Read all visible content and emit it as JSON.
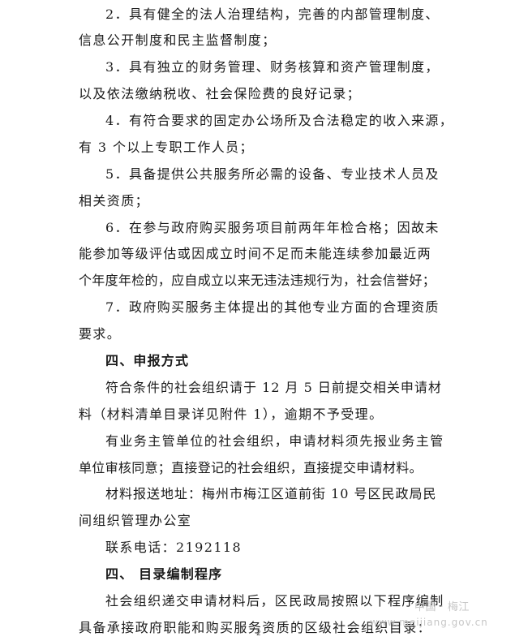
{
  "document": {
    "lines": [
      {
        "text": "2．具有健全的法人治理结构，完善的内部管理制度、",
        "heading": false
      },
      {
        "text": "信息公开制度和民主监督制度；",
        "heading": false
      },
      {
        "text": "3．具有独立的财务管理、财务核算和资产管理制度，",
        "heading": false
      },
      {
        "text": "以及依法缴纳税收、社会保险费的良好记录；",
        "heading": false
      },
      {
        "text": "4．有符合要求的固定办公场所及合法稳定的收入来源，",
        "heading": false
      },
      {
        "text": "有 3 个以上专职工作人员；",
        "heading": false
      },
      {
        "text": "5．具备提供公共服务所必需的设备、专业技术人员及",
        "heading": false
      },
      {
        "text": "相关资质；",
        "heading": false
      },
      {
        "text": "6．在参与政府购买服务项目前两年年检合格；因故未",
        "heading": false
      },
      {
        "text": "能参加等级评估或因成立时间不足而未能连续参加最近两",
        "heading": false
      },
      {
        "text": "个年度年检的，应自成立以来无违法违规行为，社会信誉好；",
        "heading": false
      },
      {
        "text": "7．政府购买服务主体提出的其他专业方面的合理资质",
        "heading": false
      },
      {
        "text": "要求。",
        "heading": false
      },
      {
        "text": "四、申报方式",
        "heading": true
      },
      {
        "text": "符合条件的社会组织请于 12 月 5 日前提交相关申请材",
        "heading": false
      },
      {
        "text": "料（材料清单目录详见附件 1），逾期不予受理。",
        "heading": false
      },
      {
        "text": "有业务主管单位的社会组织，申请材料须先报业务主管",
        "heading": false
      },
      {
        "text": "单位审核同意；直接登记的社会组织，直接提交申请材料。",
        "heading": false
      },
      {
        "text": "材料报送地址：梅州市梅江区道前街 10 号区民政局民",
        "heading": false
      },
      {
        "text": "间组织管理办公室",
        "heading": false
      },
      {
        "text": "联系电话：2192118",
        "heading": false
      },
      {
        "text": "四、 目录编制程序",
        "heading": true
      },
      {
        "text": "社会组织递交申请材料后，区民政局按照以下程序编制",
        "heading": false
      },
      {
        "text": "具备承接政府职能和购买服务资质的区级社会组织目录：",
        "heading": false
      }
    ],
    "page_number": "2"
  },
  "watermark": {
    "label": "中国 · 梅江",
    "url": "www.meijiang.gov.cn"
  }
}
